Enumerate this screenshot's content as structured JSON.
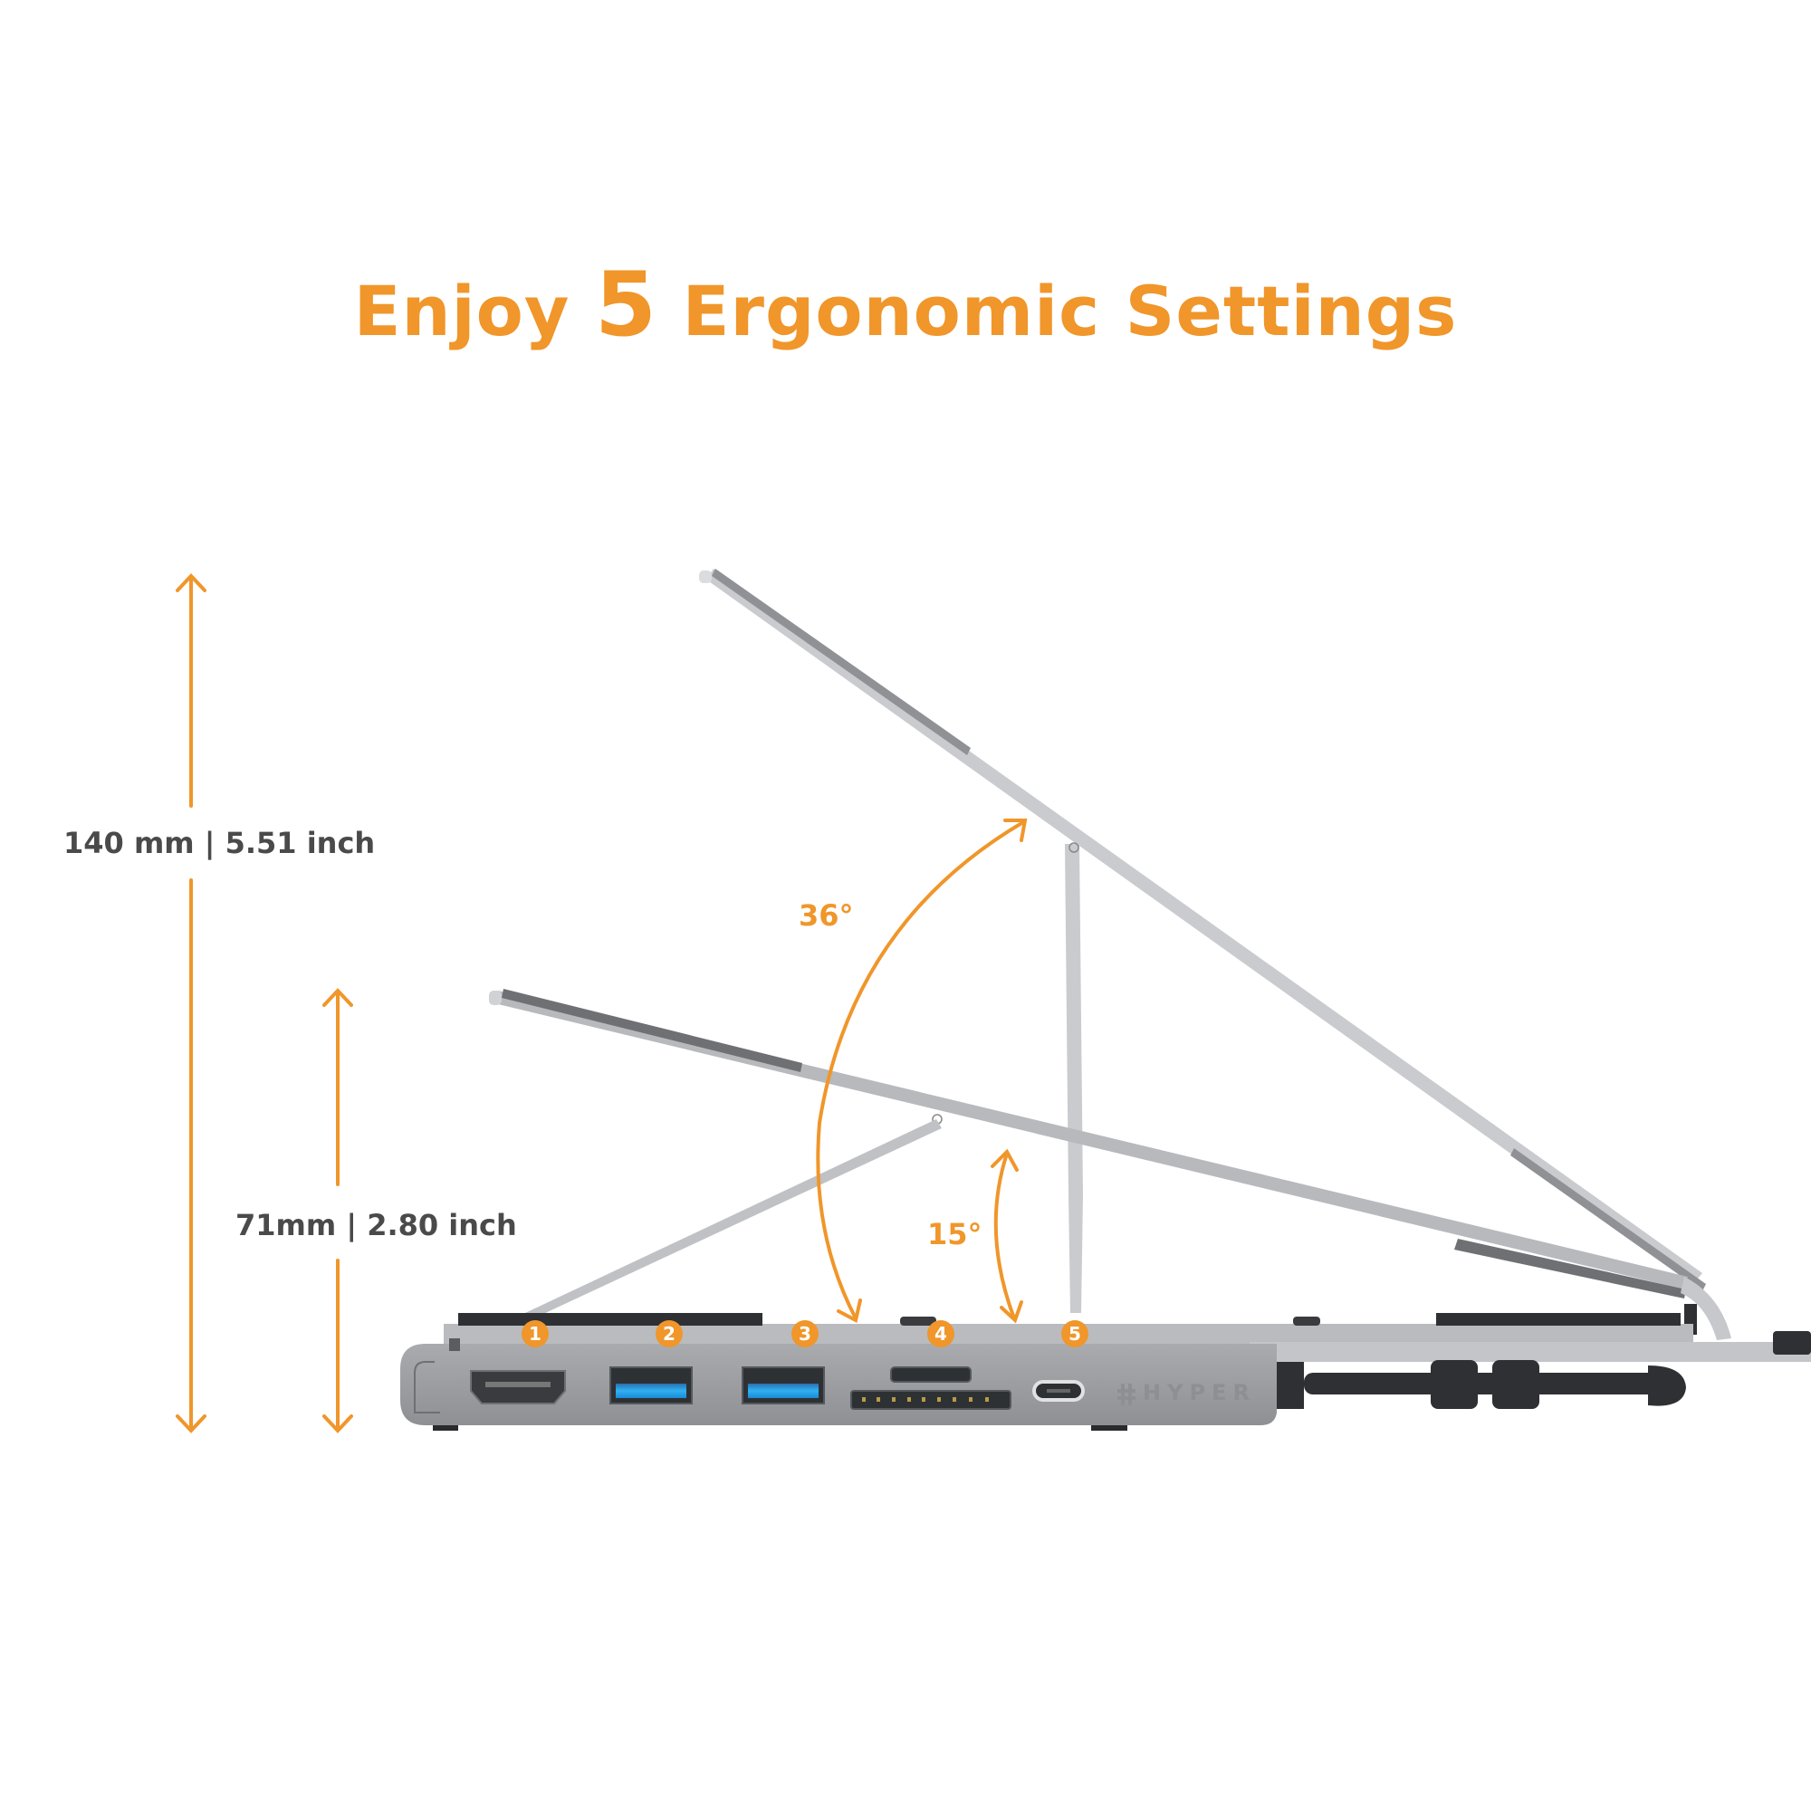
{
  "headline": {
    "prefix": "Enjoy",
    "number": "5",
    "suffix": "Ergonomic Settings"
  },
  "dimensions": {
    "max_height_label": "140 mm | 5.51 inch",
    "min_height_label": "71mm | 2.80 inch"
  },
  "angles": {
    "max_angle_label": "36°",
    "min_angle_label": "15°"
  },
  "ports": [
    {
      "badge": "1",
      "type": "HDMI"
    },
    {
      "badge": "2",
      "type": "USB-A"
    },
    {
      "badge": "3",
      "type": "USB-A"
    },
    {
      "badge": "4",
      "type": "SD / microSD card reader"
    },
    {
      "badge": "5",
      "type": "USB-C"
    }
  ],
  "brand": {
    "logo_text": "HYPER",
    "logo_icon": "hash-icon"
  },
  "colors": {
    "accent": "#f0962a",
    "label_text": "#4a4a4a",
    "hub_body": "#9a9ca0",
    "stand_metal": "#c7c9cc",
    "usb_blue": "#1d9be6",
    "rubber": "#2f3033"
  }
}
